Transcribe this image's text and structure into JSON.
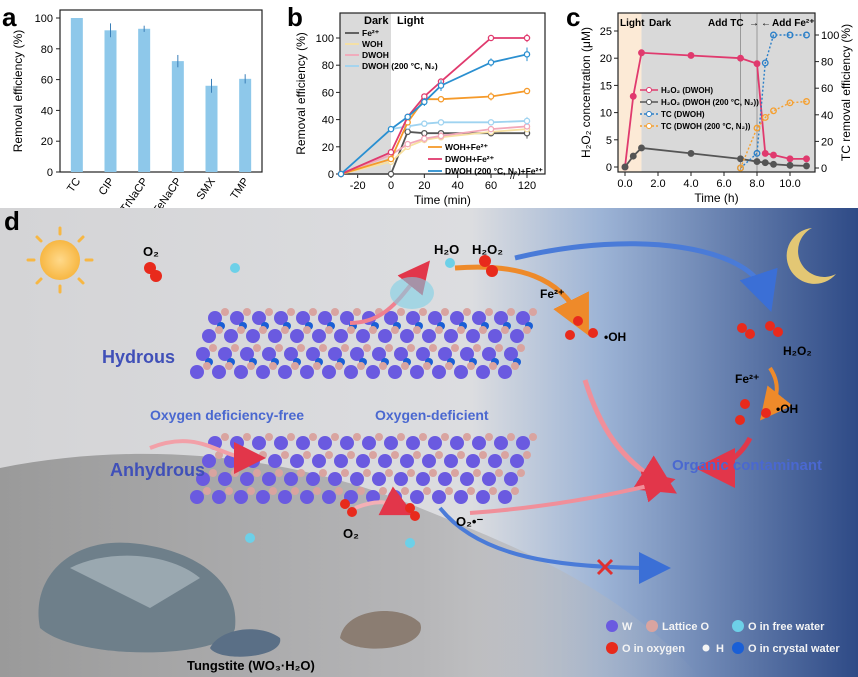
{
  "panel_labels": {
    "a": "a",
    "b": "b",
    "c": "c",
    "d": "d"
  },
  "chart_data": [
    {
      "id": "a",
      "type": "bar",
      "title": "",
      "xlabel": "",
      "ylabel": "Removal efficiency (%)",
      "ylim": [
        0,
        105
      ],
      "yticks": [
        0,
        20,
        40,
        60,
        80,
        100
      ],
      "categories": [
        "TC",
        "CIP",
        "TrNaCP",
        "TeNaCP",
        "SMX",
        "TMP"
      ],
      "values": [
        100,
        92,
        93,
        72,
        56,
        60.5
      ],
      "errors": [
        0,
        4.5,
        2,
        4,
        4.5,
        3
      ],
      "color": "#8ec8ea"
    },
    {
      "id": "b",
      "type": "line",
      "xlabel": "Time (min)",
      "ylabel": "Removal efficiency (%)",
      "ylim": [
        0,
        118
      ],
      "yticks": [
        0,
        20,
        40,
        60,
        80,
        100
      ],
      "xticks": [
        -20,
        0,
        20,
        40,
        60,
        120
      ],
      "x_break": [
        60,
        120
      ],
      "region_labels": {
        "dark": "Dark",
        "light": "Light"
      },
      "x": [
        -30,
        0,
        10,
        20,
        30,
        60,
        120
      ],
      "series": [
        {
          "name": "Fe²⁺",
          "color": "#555555",
          "values": [
            0,
            0,
            31,
            30,
            30,
            30,
            30
          ],
          "errors": [
            0,
            0,
            2,
            2,
            2,
            2,
            4
          ]
        },
        {
          "name": "WOH",
          "color": "#f7e0a0",
          "values": [
            0,
            9,
            20,
            25,
            27,
            31,
            33
          ],
          "errors": [
            0,
            1,
            2,
            2,
            2,
            2,
            2
          ]
        },
        {
          "name": "DWOH",
          "color": "#f2a7b8",
          "values": [
            0,
            14,
            22,
            26,
            28,
            33,
            35
          ],
          "errors": [
            0,
            1,
            2,
            3,
            3,
            2,
            2
          ]
        },
        {
          "name": "DWOH (200 °C, N₂)",
          "color": "#9fd3f0",
          "values": [
            0,
            33,
            35,
            37,
            38,
            38,
            39
          ],
          "errors": [
            0,
            1,
            2,
            2,
            2,
            2,
            3
          ]
        },
        {
          "name": "WOH+Fe²⁺",
          "color": "#f59a2a",
          "values": [
            0,
            11,
            38,
            55,
            55,
            57,
            61
          ],
          "errors": [
            0,
            1,
            2,
            2,
            2,
            3,
            2
          ]
        },
        {
          "name": "DWOH+Fe²⁺",
          "color": "#e03a6e",
          "values": [
            0,
            16,
            42,
            57,
            68,
            100,
            100
          ],
          "errors": [
            0,
            1,
            2,
            2,
            2,
            2,
            3
          ]
        },
        {
          "name": "DWOH (200 °C, N₂)+Fe²⁺",
          "color": "#2a8fd0",
          "values": [
            0,
            33,
            42,
            53,
            65,
            82,
            88
          ],
          "errors": [
            0,
            1,
            2,
            3,
            4,
            3,
            5
          ]
        }
      ]
    },
    {
      "id": "c",
      "type": "line",
      "xlabel": "Time (h)",
      "ylabel": "H₂O₂ concentration (μM)",
      "ylabel_right": "TC removal efficiency (%)",
      "ylim": [
        0,
        27
      ],
      "ylim_right": [
        0,
        115
      ],
      "yticks": [
        0,
        5,
        10,
        15,
        20,
        25
      ],
      "yticks_right": [
        0,
        20,
        40,
        60,
        80,
        100
      ],
      "xlim": [
        -0.4,
        11.5
      ],
      "xticks": [
        "0.0",
        "2.0",
        "4.0",
        "6.0",
        "8.0",
        "10.0"
      ],
      "annotations": [
        "Light",
        "Dark",
        "Add TC",
        "Add Fe²⁺"
      ],
      "series": [
        {
          "name": "H₂O₂ (DWOH)",
          "axis": "left",
          "color": "#e03a6e",
          "style": "solid",
          "x": [
            0,
            0.5,
            1,
            4,
            7,
            8,
            8.5,
            9,
            10,
            11
          ],
          "values": [
            0,
            13,
            21,
            20.5,
            20,
            19,
            2.5,
            2.2,
            1.5,
            1.5
          ]
        },
        {
          "name": "H₂O₂ (DWOH (200 °C, N₂))",
          "axis": "left",
          "color": "#555555",
          "style": "solid",
          "x": [
            0,
            0.5,
            1,
            4,
            7,
            8,
            8.5,
            9,
            10,
            11
          ],
          "values": [
            0,
            2,
            3.5,
            2.5,
            1.5,
            1,
            0.8,
            0.5,
            0.3,
            0.2
          ]
        },
        {
          "name": "TC (DWOH)",
          "axis": "right",
          "color": "#2a7fc8",
          "style": "dotted",
          "x": [
            7,
            8,
            8.5,
            9,
            10,
            11
          ],
          "values": [
            0,
            11,
            79,
            100,
            100,
            100
          ]
        },
        {
          "name": "TC (DWOH (200 °C, N₂))",
          "axis": "right",
          "color": "#f5a030",
          "style": "dotted",
          "x": [
            7,
            8,
            8.5,
            9,
            10,
            11
          ],
          "values": [
            0,
            30,
            38,
            43,
            49,
            50
          ]
        }
      ]
    }
  ],
  "diagram": {
    "labels": {
      "hydrous": "Hydrous",
      "anhydrous": "Anhydrous",
      "oxygen_deficiency_free": "Oxygen deficiency-free",
      "oxygen_deficient": "Oxygen-deficient",
      "o2_top": "O₂",
      "h2o": "H₂O",
      "h2o2_top": "H₂O₂",
      "fe2_left": "Fe²⁺",
      "oh_left": "•OH",
      "h2o2_right": "H₂O₂",
      "fe2_right": "Fe²⁺",
      "oh_right": "•OH",
      "organic": "Organic contaminant",
      "o2_bottom": "O₂",
      "superoxide": "O₂•⁻",
      "tungstite": "Tungstite (WO₃·H₂O)"
    },
    "legend": [
      {
        "label": "W",
        "color": "#6a5ae0"
      },
      {
        "label": "Lattice O",
        "color": "#d9a4a0"
      },
      {
        "label": "O in free water",
        "color": "#6dd0e8"
      },
      {
        "label": "O in oxygen",
        "color": "#e82a1c"
      },
      {
        "label": "H",
        "color": "#f4f4f4"
      },
      {
        "label": "O in crystal water",
        "color": "#1a5fd6"
      }
    ]
  }
}
